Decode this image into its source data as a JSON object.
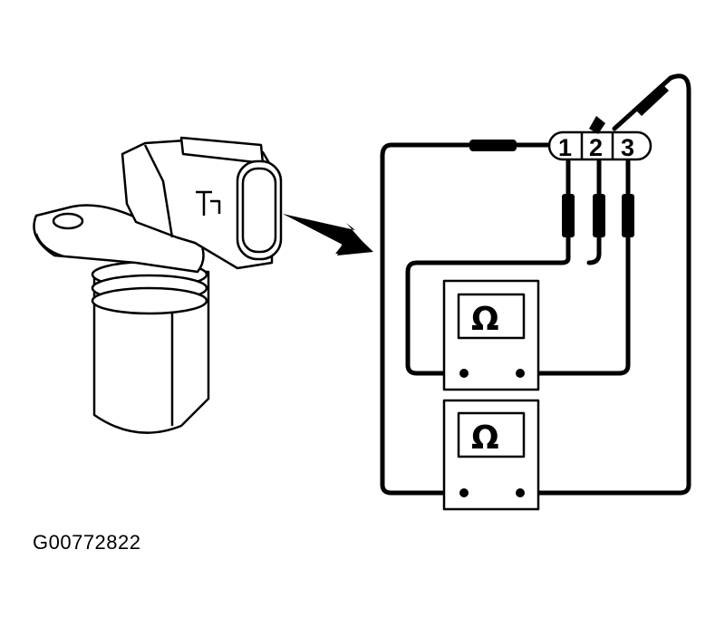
{
  "pins": [
    "1",
    "2",
    "3"
  ],
  "meters": [
    {
      "symbol": "Ω",
      "icon": "ohmmeter-icon"
    },
    {
      "symbol": "Ω",
      "icon": "ohmmeter-icon"
    }
  ],
  "figure_code": "G00772822"
}
